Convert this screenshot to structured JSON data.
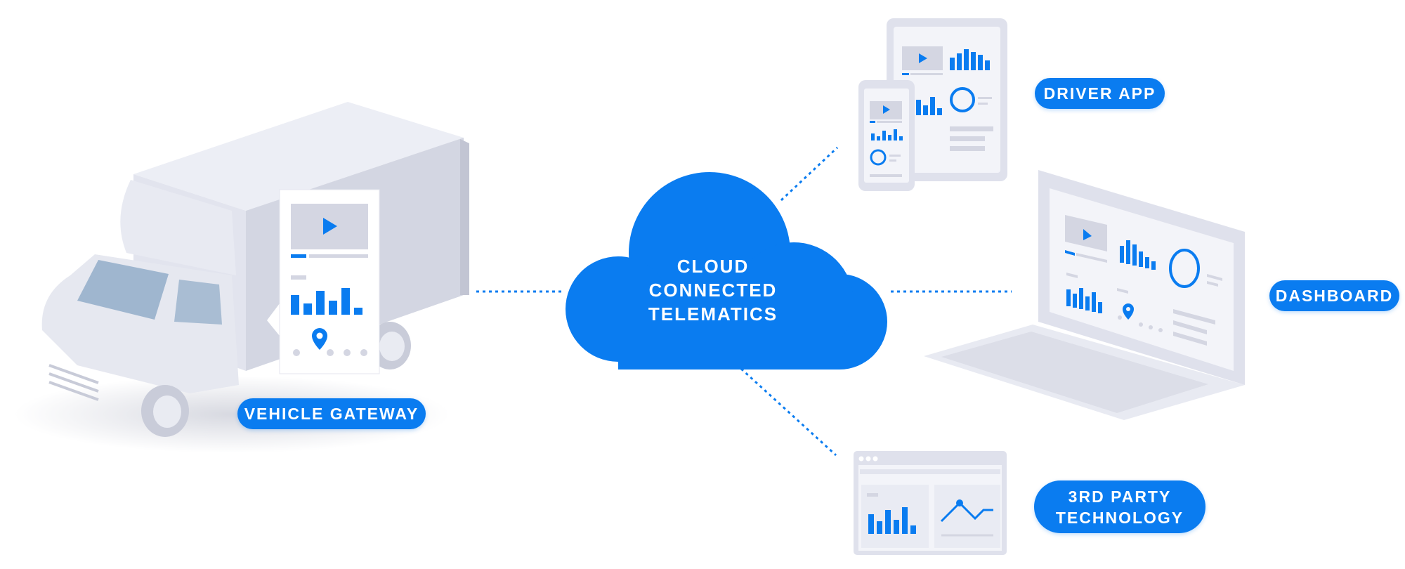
{
  "cloud": {
    "line1": "CLOUD",
    "line2": "CONNECTED",
    "line3": "TELEMATICS"
  },
  "labels": {
    "vehicle_gateway": "VEHICLE GATEWAY",
    "driver_app": "DRIVER APP",
    "dashboard": "DASHBOARD",
    "third_party_line1": "3RD PARTY",
    "third_party_line2": "TECHNOLOGY"
  },
  "colors": {
    "accent": "#0a7cf0",
    "device_body": "#dfe1ec",
    "device_screen": "#f3f4f9",
    "placeholder": "#d4d6e2"
  },
  "icons": [
    "play-icon",
    "location-pin-icon",
    "bar-chart-icon",
    "donut-icon",
    "line-chart-icon"
  ]
}
